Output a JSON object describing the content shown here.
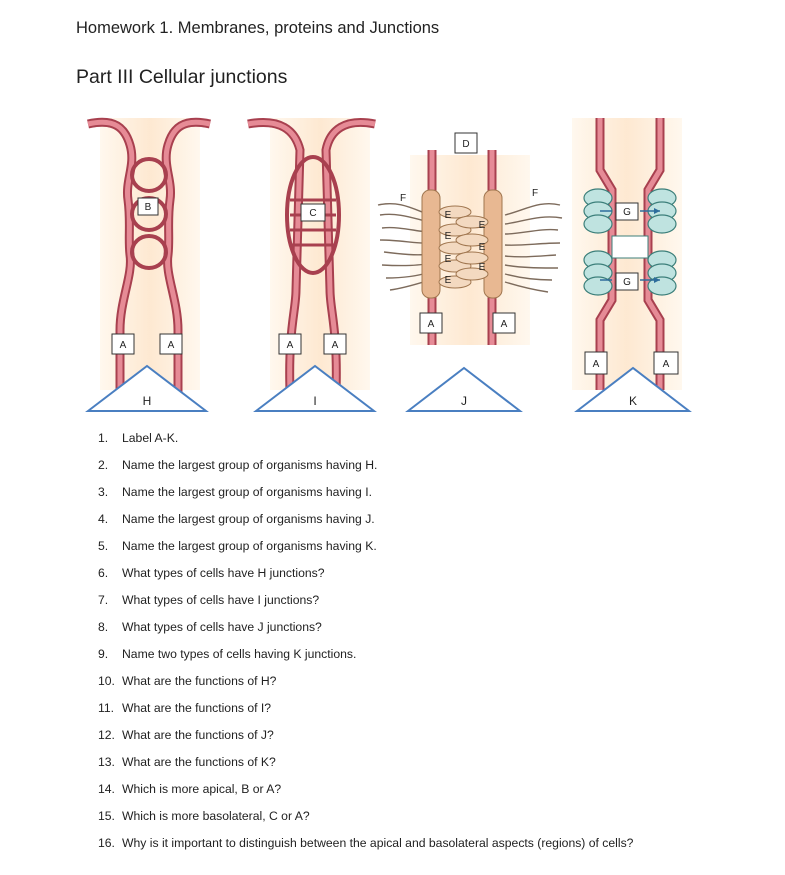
{
  "document": {
    "title": "Homework 1.  Membranes, proteins and Junctions",
    "part_title": "Part III Cellular junctions"
  },
  "figure": {
    "labels": {
      "A": "A",
      "B": "B",
      "C": "C",
      "D": "D",
      "E": "E",
      "F": "F",
      "G": "G",
      "H": "H",
      "I": "I",
      "J": "J",
      "K": "K"
    },
    "colors": {
      "membrane": "#d9727f",
      "membrane_dark": "#a8404f",
      "cytoplasm": "#fdecd8",
      "plaque": "#e8b892",
      "fiber": "#7d6b5c",
      "cadherin": "#f3d9c0",
      "gap_protein": "#bfe3e0",
      "triangle": "#4a7fc1"
    }
  },
  "questions": [
    {
      "num": "1.",
      "text": "Label A-K."
    },
    {
      "num": "2.",
      "text": "Name the largest group of organisms having H."
    },
    {
      "num": "3.",
      "text": "Name the largest group of organisms having I."
    },
    {
      "num": "4.",
      "text": "Name the largest group of organisms having J."
    },
    {
      "num": "5.",
      "text": "Name the largest group of organisms having K."
    },
    {
      "num": "6.",
      "text": "What types of cells have H junctions?"
    },
    {
      "num": "7.",
      "text": "What types of cells have I junctions?"
    },
    {
      "num": "8.",
      "text": "What types of cells have J junctions?"
    },
    {
      "num": "9.",
      "text": "Name two types of cells having K junctions."
    },
    {
      "num": "10.",
      "text": "What are the functions of H?"
    },
    {
      "num": "11.",
      "text": "What are the functions of I?"
    },
    {
      "num": "12.",
      "text": "What are the functions of J?"
    },
    {
      "num": "13.",
      "text": "What are the functions of K?"
    },
    {
      "num": "14.",
      "text": "Which is more apical, B or A?"
    },
    {
      "num": "15.",
      "text": "Which is more basolateral, C or A?"
    },
    {
      "num": "16.",
      "text": "Why is it important to distinguish between the apical and basolateral aspects (regions) of cells?"
    }
  ]
}
